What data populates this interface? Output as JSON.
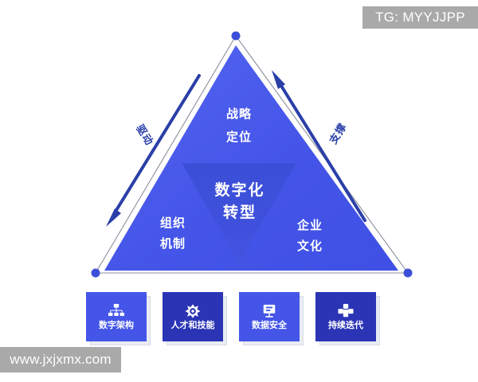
{
  "diagram": {
    "title_center": "数字化\n转型",
    "center": {
      "line1": "数字化",
      "line2": "转型"
    },
    "apex": {
      "line1": "战略",
      "line2": "定位"
    },
    "bottom_left": {
      "line1": "组织",
      "line2": "机制"
    },
    "bottom_right": {
      "line1": "企业",
      "line2": "文化"
    },
    "arrows": [
      {
        "name": "left-arrow",
        "label": "驱动",
        "direction": "down-left"
      },
      {
        "name": "right-arrow",
        "label": "支撑",
        "direction": "up-right"
      }
    ],
    "colors": {
      "triangle_light": "#4a5bf0",
      "triangle_mid": "#4455e8",
      "inner_triangle": "#3b4fd8",
      "outline": "#8a8f9c",
      "dot": "#3b4fd8",
      "arrow": "#2b3fa8",
      "label_text": "#ffffff"
    }
  },
  "cards": [
    {
      "label": "数字架构",
      "icon": "org-chart-icon",
      "style": "light"
    },
    {
      "label": "人才和技能",
      "icon": "target-compass-icon",
      "style": "dark"
    },
    {
      "label": "数据安全",
      "icon": "monitor-shield-icon",
      "style": "light"
    },
    {
      "label": "持续迭代",
      "icon": "puzzle-blocks-icon",
      "style": "dark"
    }
  ],
  "watermarks": {
    "top_right": "TG: MYYJJPP",
    "bottom_left": "www.jxjxmx.com"
  }
}
